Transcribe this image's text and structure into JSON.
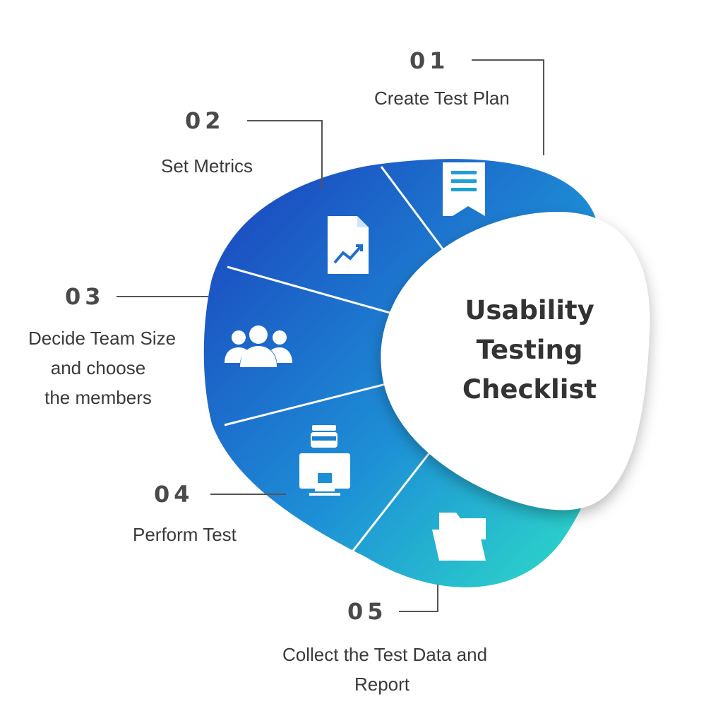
{
  "center_title": {
    "line1": "Usability",
    "line2": "Testing",
    "line3": "Checklist"
  },
  "steps": [
    {
      "number": "01",
      "label": "Create Test Plan",
      "icon": "document-icon"
    },
    {
      "number": "02",
      "label": "Set Metrics",
      "icon": "chart-document-icon"
    },
    {
      "number": "03",
      "label_lines": [
        "Decide Team Size",
        "and choose",
        "the members"
      ],
      "icon": "team-icon"
    },
    {
      "number": "04",
      "label": "Perform Test",
      "icon": "tester-at-computer-icon"
    },
    {
      "number": "05",
      "label_lines": [
        "Collect the Test Data and",
        "Report"
      ],
      "icon": "folder-icon"
    }
  ],
  "colors": {
    "ring_start": "#1d47c4",
    "ring_end": "#2ee0c6",
    "text": "#3a3a3a",
    "connector": "#555555"
  }
}
